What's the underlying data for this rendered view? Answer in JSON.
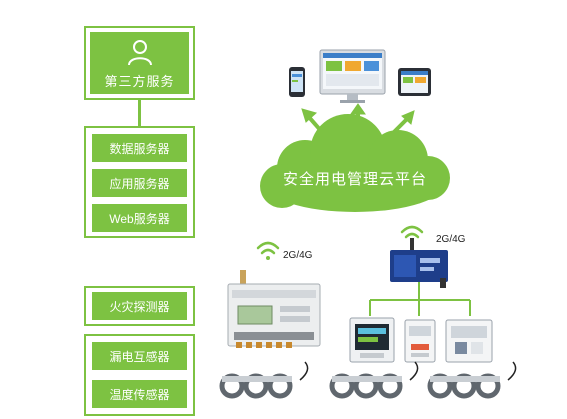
{
  "third_party": {
    "label": "第三方服务"
  },
  "services": [
    {
      "label": "数据服务器"
    },
    {
      "label": "应用服务器"
    },
    {
      "label": "Web服务器"
    }
  ],
  "field_devices": {
    "label": "火灾探测器"
  },
  "sensors": [
    {
      "label": "漏电互感器"
    },
    {
      "label": "温度传感器"
    }
  ],
  "cloud": {
    "label": "安全用电管理云平台"
  },
  "network": [
    {
      "label": "2G/4G"
    },
    {
      "label": "2G/4G"
    }
  ],
  "colors": {
    "accent": "#7dc242",
    "gateway": "#1e3e8a"
  }
}
